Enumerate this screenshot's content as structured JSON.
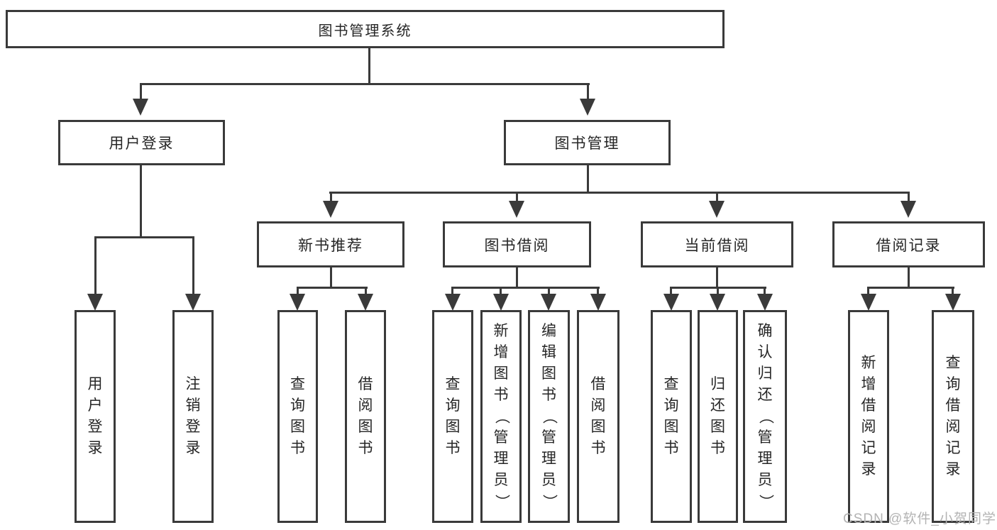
{
  "root": {
    "label": "图书管理系统"
  },
  "level2": {
    "user_login": {
      "label": "用户登录"
    },
    "book_mgmt": {
      "label": "图书管理"
    }
  },
  "level3": {
    "new_books": {
      "label": "新书推荐"
    },
    "borrowing": {
      "label": "图书借阅"
    },
    "current": {
      "label": "当前借阅"
    },
    "records": {
      "label": "借阅记录"
    }
  },
  "leaves": {
    "user_login": [
      "用户登录",
      "注销登录"
    ],
    "new_books": [
      "查询图书",
      "借阅图书"
    ],
    "borrowing": [
      "查询图书",
      "新增图书（管理员）",
      "编辑图书（管理员）",
      "借阅图书"
    ],
    "current": [
      "查询图书",
      "归还图书",
      "确认归还（管理员）"
    ],
    "records": [
      "新增借阅记录",
      "查询借阅记录"
    ]
  },
  "watermark": "CSDN @软件_小贺同学",
  "colors": {
    "line": "#3a3a3a",
    "text": "#262626",
    "watermark": "#b3b3b3",
    "background": "#ffffff"
  }
}
